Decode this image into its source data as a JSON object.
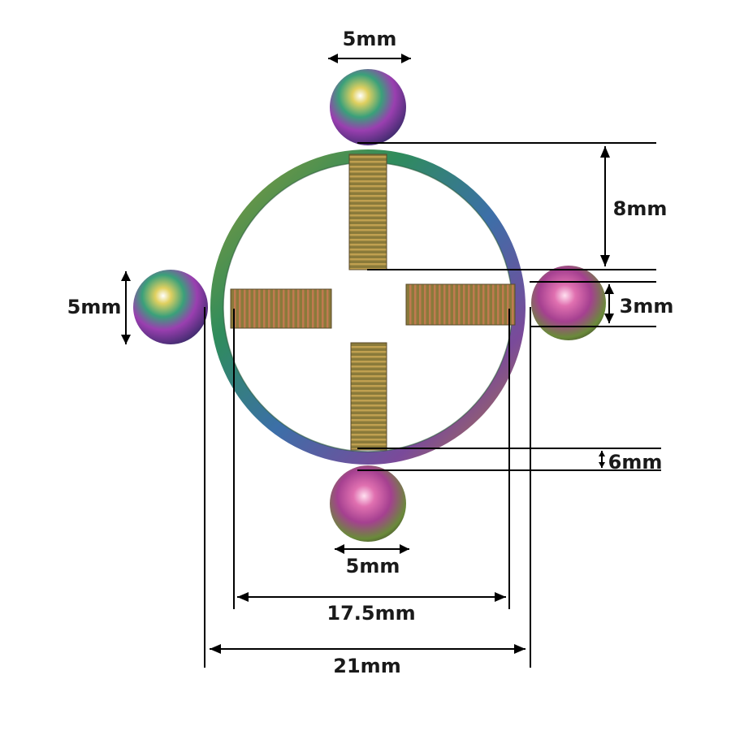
{
  "dimensions": {
    "top_ball": "5mm",
    "thread_length": "8mm",
    "left_ball": "5mm",
    "ball_opening": "3mm",
    "ring_gauge": "6mm",
    "bottom_ball": "5mm",
    "inner_diameter": "17.5mm",
    "outer_diameter": "21mm"
  },
  "colors": {
    "ring_green": "#3f8f3a",
    "ball_purple": "#9b3fa3",
    "line": "#000000"
  }
}
